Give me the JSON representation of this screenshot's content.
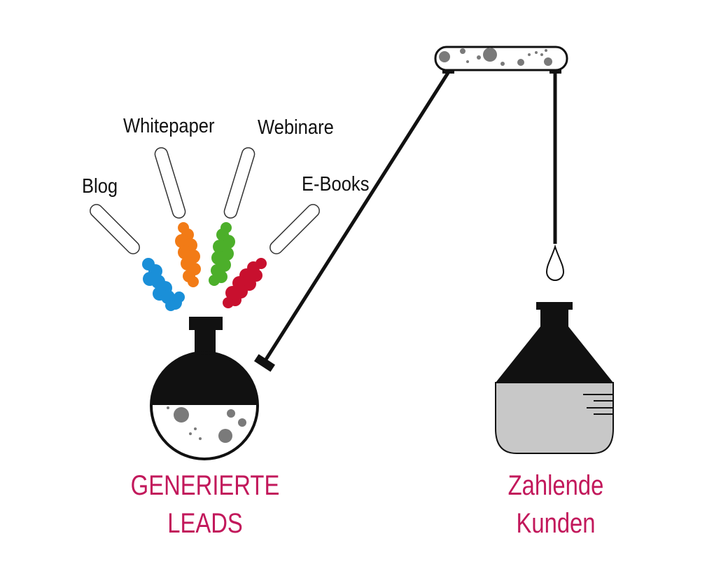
{
  "colors": {
    "ink": "#111111",
    "accent": "#c2185b",
    "liquid_gray": "#c8c8c8",
    "bubble_gray": "#7a7a7a",
    "blog_blue": "#1a8fd8",
    "whitepaper_orange": "#f27b16",
    "webinare_green": "#4caf2a",
    "ebooks_red": "#c8102e"
  },
  "tubes": [
    {
      "label": "Blog",
      "color": "blog_blue"
    },
    {
      "label": "Whitepaper",
      "color": "whitepaper_orange"
    },
    {
      "label": "Webinare",
      "color": "webinare_green"
    },
    {
      "label": "E-Books",
      "color": "ebooks_red"
    }
  ],
  "leads": {
    "line1": "GENERIERTE",
    "line2": "LEADS"
  },
  "customers": {
    "line1": "Zahlende",
    "line2": "Kunden"
  }
}
